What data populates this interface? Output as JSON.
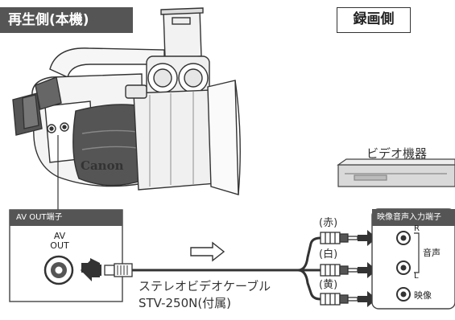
{
  "playback_title": "再生側(本機)",
  "recorder_title": "録画側",
  "camera_brand": "Canon",
  "recorder_device_label": "ビデオ機器",
  "output_port": {
    "caption": "AV OUT端子",
    "line1": "AV",
    "line2": "OUT"
  },
  "input_panel": {
    "caption": "映像音声入力端子",
    "r_label": "R",
    "l_label": "L",
    "audio_label": "音声",
    "video_label": "映像"
  },
  "plug_colors": {
    "red_label": "(赤)",
    "white_label": "(白)",
    "yellow_label": "(黄)"
  },
  "cable": {
    "line1": "ステレオビデオケーブル",
    "line2": "STV-250N(付属)"
  }
}
